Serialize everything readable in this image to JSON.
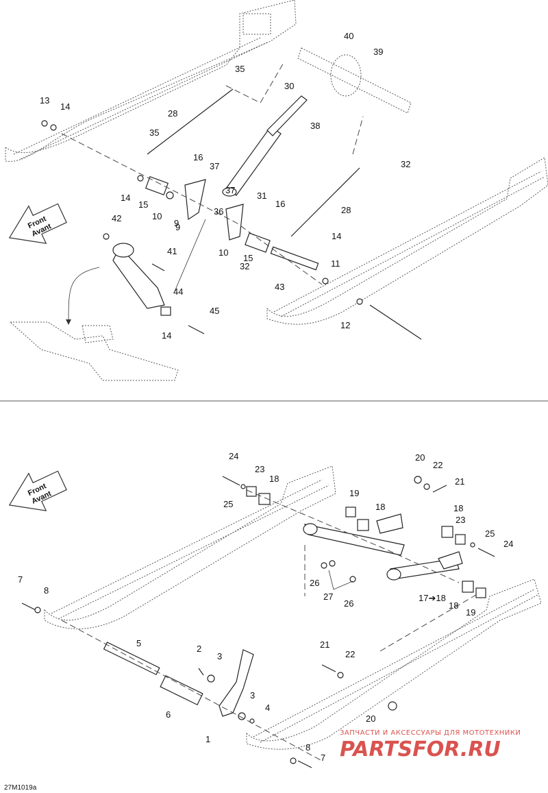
{
  "direction_label": {
    "line1": "Front",
    "line2": "Avant"
  },
  "figure_code": "27M1019a",
  "watermark": {
    "caption": "ЗАПЧАСТИ И АКСЕССУАРЫ ДЛЯ МОТОТЕХНИКИ",
    "brand": "PARTSFOR.RU"
  },
  "top_labels": [
    "40",
    "39",
    "35",
    "30",
    "38",
    "13",
    "14",
    "28",
    "35",
    "16",
    "37",
    "32",
    "14",
    "15",
    "10",
    "9",
    "36",
    "37",
    "31",
    "16",
    "28",
    "42",
    "41",
    "9",
    "10",
    "15",
    "32",
    "14",
    "11",
    "43",
    "44",
    "45",
    "14",
    "12"
  ],
  "bottom_labels": [
    "24",
    "23",
    "18",
    "25",
    "20",
    "22",
    "21",
    "19",
    "18",
    "18",
    "23",
    "25",
    "24",
    "26",
    "27",
    "26",
    "17➔18",
    "18",
    "19",
    "7",
    "8",
    "5",
    "2",
    "3",
    "21",
    "22",
    "3",
    "4",
    "6",
    "1",
    "20",
    "8",
    "7"
  ],
  "colors": {
    "line": "#333333",
    "watermark": "#d9534f"
  }
}
